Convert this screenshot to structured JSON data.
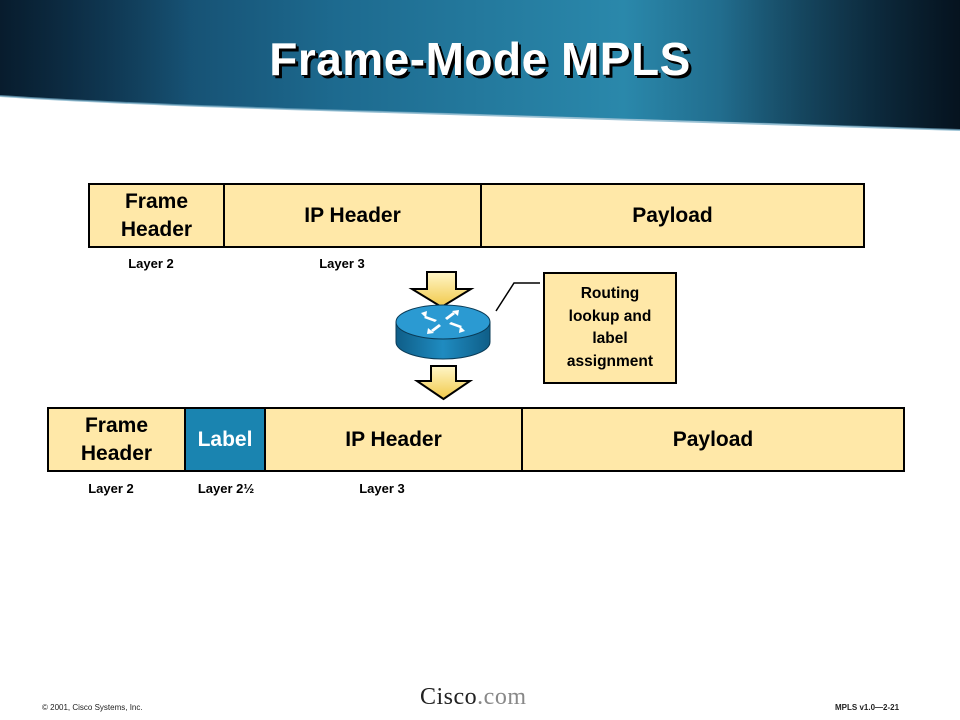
{
  "title": "Frame-Mode MPLS",
  "top_frame": {
    "cells": [
      "Frame Header",
      "IP Header",
      "Payload"
    ],
    "layers": [
      "Layer 2",
      "Layer 3"
    ]
  },
  "bottom_frame": {
    "cells": [
      "Frame Header",
      "Label",
      "IP Header",
      "Payload"
    ],
    "layers": [
      "Layer 2",
      "Layer 2½",
      "Layer 3"
    ]
  },
  "router_note": "Routing lookup and label assignment",
  "footer": {
    "copyright": "© 2001, Cisco Systems, Inc.",
    "brand": "Cisco",
    "brand_suffix": ".com",
    "course": "MPLS v1.0—2-21"
  },
  "colors": {
    "cell_fill": "#ffe8a8",
    "label_fill": "#1a84b0",
    "banner_blue": "#1b6f97",
    "router_blue": "#1f8bc0"
  }
}
